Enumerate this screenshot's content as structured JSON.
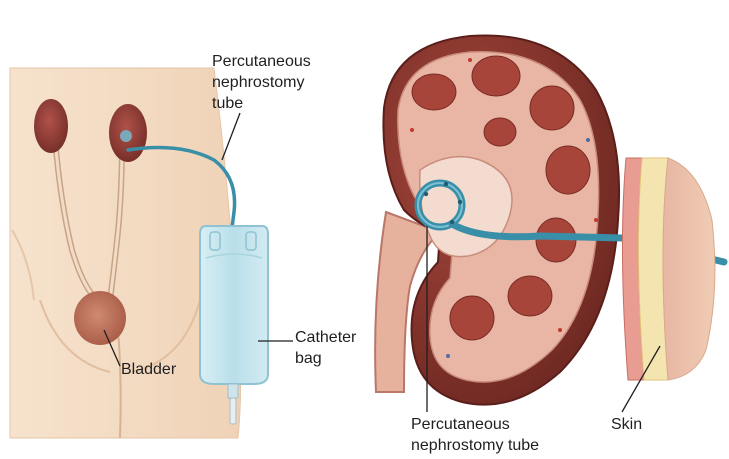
{
  "labels": {
    "tube_top": "Percutaneous\nnephrostomy\ntube",
    "catheter_bag": "Catheter\nbag",
    "bladder": "Bladder",
    "tube_bottom": "Percutaneous\nnephrostomy tube",
    "skin": "Skin"
  },
  "colors": {
    "skin_tone": "#f2d9c0",
    "kidney": "#8c3b32",
    "bladder": "#c0725e",
    "tube": "#3a8fa8",
    "bag": "#cfe6ee",
    "leader_line": "#1f1f1f"
  }
}
